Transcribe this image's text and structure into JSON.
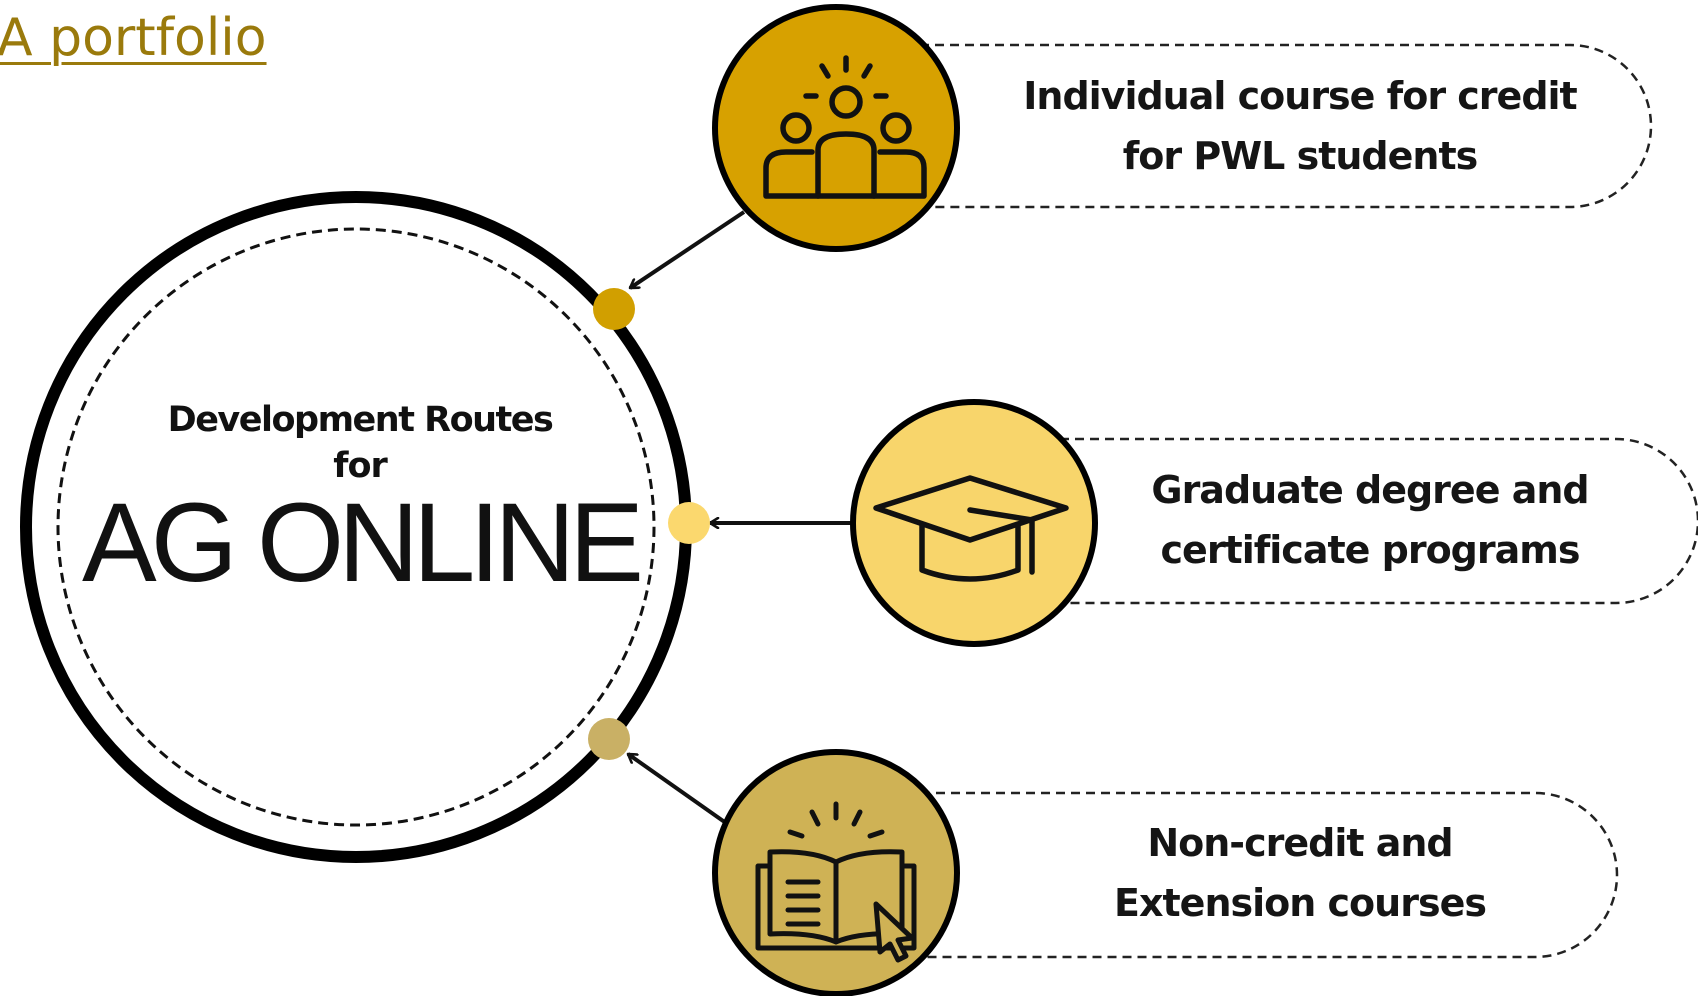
{
  "header": {
    "link_text": "A portfolio"
  },
  "hub": {
    "subtitle": "Development Routes",
    "connector": "for",
    "title": "AG ONLINE"
  },
  "routes": [
    {
      "label": "Individual course for credit\nfor PWL students",
      "icon": "people-icon",
      "color": "#d7a100"
    },
    {
      "label": "Graduate degree and\ncertificate programs",
      "icon": "graduation-cap-icon",
      "color": "#f8d56b"
    },
    {
      "label": "Non-credit and\nExtension courses",
      "icon": "open-book-cursor-icon",
      "color": "#cfb255"
    }
  ],
  "colors": {
    "link": "#9a7a0c",
    "ink": "#111111",
    "connector_dot_1": "#d19f00",
    "connector_dot_2": "#fbd86e",
    "connector_dot_3": "#c9b065"
  }
}
